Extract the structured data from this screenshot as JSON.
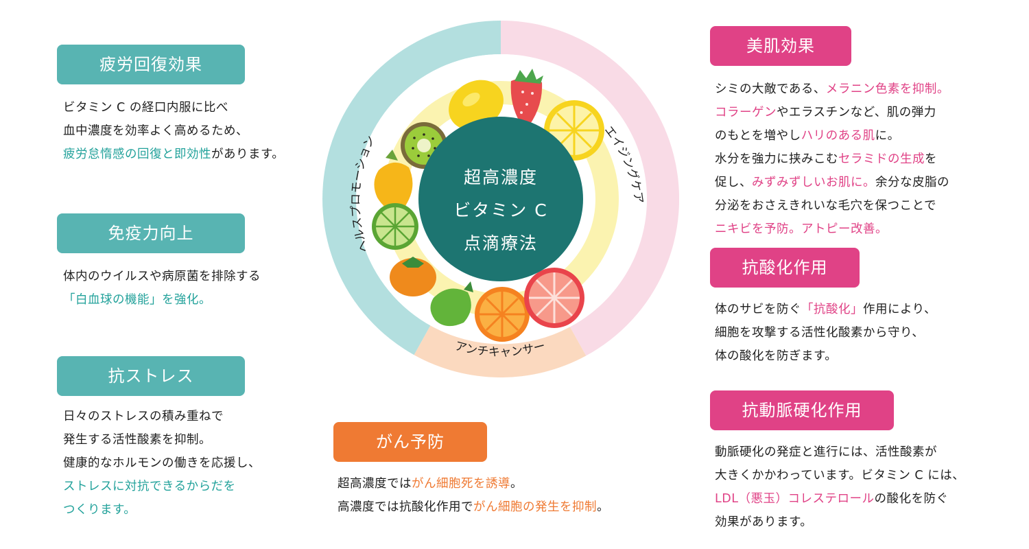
{
  "colors": {
    "teal": "#58b4b2",
    "teal_highlight": "#23a29b",
    "pink": "#e04286",
    "orange": "#ef7a33",
    "center": "#1d7571",
    "ring_health": "#b3dfdf",
    "ring_aging": "#f9dbe6",
    "ring_cancer": "#fbd9bf",
    "inner_band": "#fbf3b0"
  },
  "center": {
    "line1": "超高濃度",
    "line2": "ビタミン C",
    "line3": "点滴療法"
  },
  "ring": {
    "health": "ヘルスプロモーション",
    "aging": "エイジングケア",
    "cancer": "アンチキャンサー"
  },
  "fruits": [
    "lemon-icon",
    "strawberry-icon",
    "lemon-slice-icon",
    "kiwi-icon",
    "yellow-pepper-icon",
    "lime-slice-icon",
    "persimmon-icon",
    "green-pepper-icon",
    "orange-slice-icon",
    "grapefruit-slice-icon"
  ],
  "fatigue": {
    "title": "疲労回復効果",
    "l1": "ビタミン C の経口内服に比べ",
    "l2": "血中濃度を効率よく高めるため、",
    "l3a": "疲労怠惰感の回復と即効性",
    "l3b": "があります。"
  },
  "immunity": {
    "title": "免疫力向上",
    "l1": "体内のウイルスや病原菌を排除する",
    "l2": "「白血球の機能」を強化。"
  },
  "stress": {
    "title": "抗ストレス",
    "l1": "日々のストレスの積み重ねで",
    "l2": "発生する活性酸素を抑制。",
    "l3": "健康的なホルモンの働きを応援し、",
    "l4": "ストレスに対抗できるからだを",
    "l5": "つくります。"
  },
  "cancer": {
    "title": "がん予防",
    "l1a": "超高濃度では",
    "l1b": "がん細胞死を誘導",
    "l1c": "。",
    "l2a": "高濃度では抗酸化作用で",
    "l2b": "がん細胞の発生を抑制",
    "l2c": "。"
  },
  "beauty": {
    "title": "美肌効果",
    "l1a": "シミの大敵である、",
    "l1b": "メラニン色素を抑制。",
    "l2a": "コラーゲン",
    "l2b": "やエラスチンなど、肌の弾力",
    "l3a": "のもとを増やし",
    "l3b": "ハリのある肌",
    "l3c": "に。",
    "l4a": "水分を強力に挟みこむ",
    "l4b": "セラミドの生成",
    "l4c": "を",
    "l5a": "促し、",
    "l5b": "みずみずしいお肌に。",
    "l5c": "余分な皮脂の",
    "l6": "分泌をおさえきれいな毛穴を保つことで",
    "l7": "ニキビを予防。アトピー改善。"
  },
  "antioxidant": {
    "title": "抗酸化作用",
    "l1a": "体のサビを防ぐ",
    "l1b": "「抗酸化」",
    "l1c": "作用により、",
    "l2": "細胞を攻撃する活性化酸素から守り、",
    "l3": "体の酸化を防ぎます。"
  },
  "arterio": {
    "title": "抗動脈硬化作用",
    "l1": "動脈硬化の発症と進行には、活性酸素が",
    "l2": "大きくかかわっています。ビタミン C には、",
    "l3a": "LDL（悪玉）コレステロール",
    "l3b": "の酸化を防ぐ",
    "l4": "効果があります。"
  }
}
